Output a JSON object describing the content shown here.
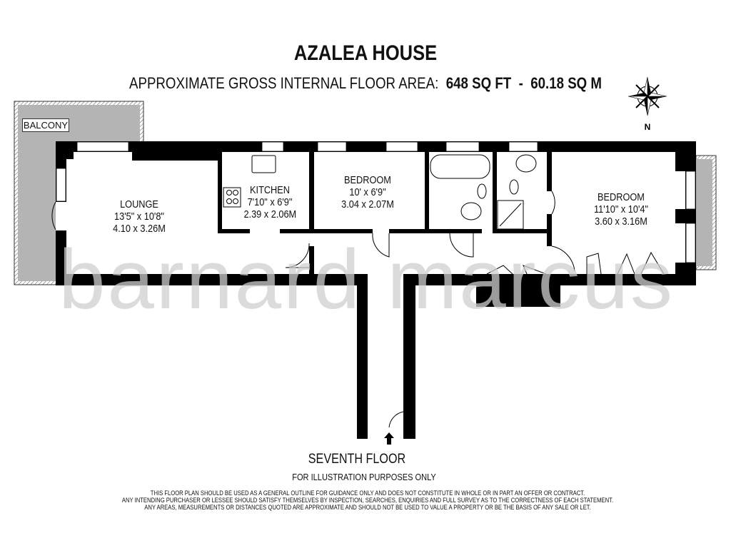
{
  "header": {
    "title": "AZALEA HOUSE",
    "area_label": "APPROXIMATE GROSS INTERNAL FLOOR AREA:",
    "area_sqft": "648 SQ FT",
    "separator": "-",
    "area_sqm": "60.18 SQ M"
  },
  "compass": {
    "label": "N",
    "icon": "compass-rose-icon"
  },
  "rooms": {
    "balcony": {
      "name": "BALCONY"
    },
    "lounge": {
      "name": "LOUNGE",
      "imperial": "13'5\" x 10'8\"",
      "metric": "4.10 x 3.26M"
    },
    "kitchen": {
      "name": "KITCHEN",
      "imperial": "7'10\" x 6'9\"",
      "metric": "2.39 x 2.06M"
    },
    "bedroom1": {
      "name": "BEDROOM",
      "imperial": "10' x 6'9\"",
      "metric": "3.04 x 2.07M"
    },
    "bedroom2": {
      "name": "BEDROOM",
      "imperial": "11'10\" x 10'4\"",
      "metric": "3.60 x 3.16M"
    }
  },
  "watermark": "barnard marcus",
  "footer": {
    "floor": "SEVENTH FLOOR",
    "illustration": "FOR ILLUSTRATION PURPOSES ONLY",
    "disclaimer": [
      "THIS FLOOR PLAN SHOULD BE USED AS A GENERAL OUTLINE FOR GUIDANCE ONLY AND DOES NOT CONSTITUTE IN WHOLE OR IN PART AN OFFER OR CONTRACT.",
      "ANY INTENDING PURCHASER OR LESSEE SHOULD SATISFY THEMSELVES BY INSPECTION, SEARCHES, ENQUIRIES AND FULL SURVEY AS TO THE CORRECTNESS OF EACH STATEMENT.",
      "ANY AREAS, MEASUREMENTS OR DISTANCES QUOTED ARE APPROXIMATE AND SHOULD NOT BE USED TO VALUE A PROPERTY OR BE THE BASIS OF ANY SALE OR LET."
    ]
  },
  "colors": {
    "wall": "#000000",
    "balcony": "#b4b4b4",
    "watermark": "#d8d8d8"
  }
}
